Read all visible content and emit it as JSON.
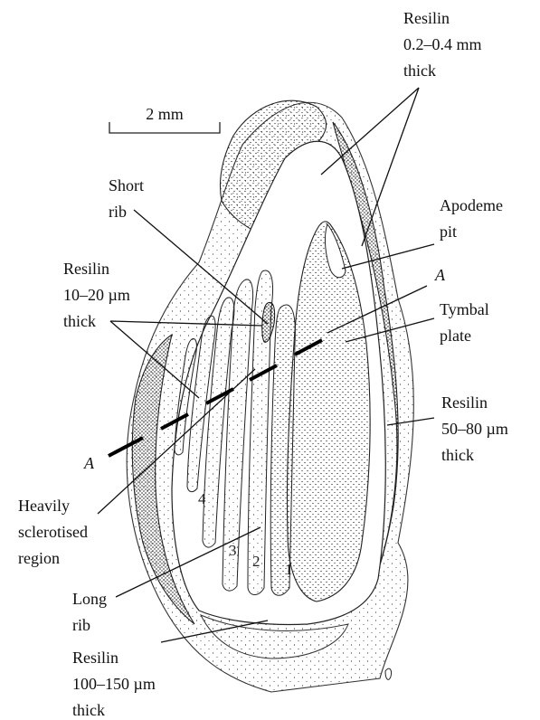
{
  "scale_bar": {
    "label": "2 mm"
  },
  "labels": {
    "resilin_thick_top": [
      "Resilin",
      "0.2–0.4 mm",
      "thick"
    ],
    "short_rib": [
      "Short",
      "rib"
    ],
    "apodeme_pit": [
      "Apodeme",
      "pit"
    ],
    "resilin_10_20": [
      "Resilin",
      "10–20 µm",
      "thick"
    ],
    "section_a_right": "A",
    "tymbal_plate": [
      "Tymbal",
      "plate"
    ],
    "resilin_50_80": [
      "Resilin",
      "50–80 µm",
      "thick"
    ],
    "section_a_left": "A",
    "heavily_sclerotised": [
      "Heavily",
      "sclerotised",
      "region"
    ],
    "long_rib": [
      "Long",
      "rib"
    ],
    "resilin_100_150": [
      "Resilin",
      "100–150 µm",
      "thick"
    ]
  },
  "rib_numbers": [
    "1",
    "2",
    "3",
    "4"
  ]
}
